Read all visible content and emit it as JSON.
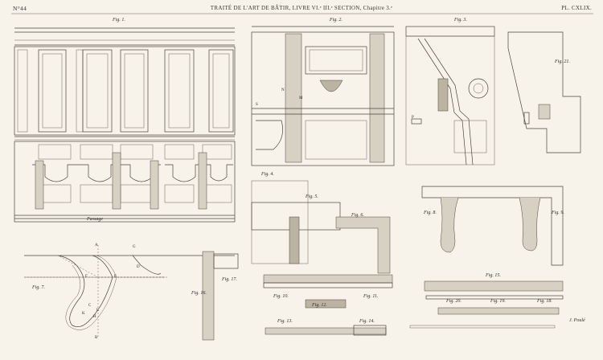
{
  "header": {
    "plate_number": "N°44",
    "title": "TRAITÉ DE L'ART DE BÂTIR, LIVRE VI.ᵉ III.ᵉ SECTION, Chapitre 3.ᵉ",
    "plate_id": "PL. CXLIX."
  },
  "figures": {
    "fig1": "Fig. 1.",
    "fig2": "Fig. 2.",
    "fig3": "Fig. 3.",
    "fig4": "Fig. 4.",
    "fig5": "Fig. 5.",
    "fig6": "Fig. 6.",
    "fig7": "Fig. 7.",
    "fig8": "Fig. 8.",
    "fig9": "Fig. 9.",
    "fig10": "Fig. 10.",
    "fig11": "Fig. 11.",
    "fig12": "Fig. 12.",
    "fig13": "Fig. 13.",
    "fig14": "Fig. 14.",
    "fig15": "Fig. 15.",
    "fig16": "Fig. 16.",
    "fig17": "Fig. 17.",
    "fig18": "Fig. 18.",
    "fig19": "Fig. 19.",
    "fig20": "Fig. 20.",
    "fig21": "Fig. 21."
  },
  "annotations": {
    "passage": "Passage",
    "letters": [
      "A",
      "B",
      "C",
      "D",
      "E",
      "F",
      "G",
      "H",
      "K",
      "L",
      "M",
      "N",
      "P",
      "S"
    ]
  },
  "footer": {
    "engraver": "J. Poulé"
  }
}
